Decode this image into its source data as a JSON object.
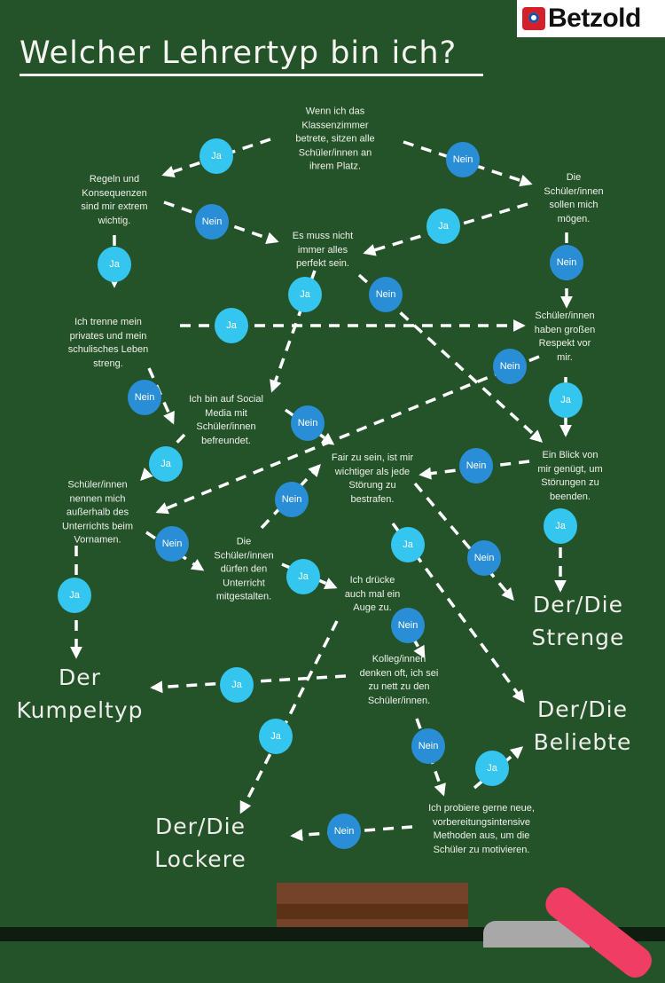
{
  "brand": {
    "name": "Betzold",
    "color": "#d3202a"
  },
  "title": "Welcher Lehrertyp bin ich?",
  "colors": {
    "background": "#245229",
    "ja": "#34c6ef",
    "nein": "#2a8ed6"
  },
  "questions": [
    "Wenn ich das\nKlassenzimmer\nbetrete, sitzen alle\nSchüler/innen an\nihrem Platz.",
    "Regeln und\nKonsequenzen\nsind mir extrem\nwichtig.",
    "Die\nSchüler/innen\nsollen mich\nmögen.",
    "Es muss nicht\nimmer alles\nperfekt sein.",
    "Ich trenne mein\nprivates und mein\nschulisches Leben\nstreng.",
    "Schüler/innen\nhaben großen\nRespekt vor\nmir.",
    "Ich bin auf Social\nMedia mit\nSchüler/innen\nbefreundet.",
    "Fair zu sein, ist mir\nwichtiger als jede\nStörung zu\nbestrafen.",
    "Ein Blick von\nmir genügt, um\nStörungen zu\nbeenden.",
    "Schüler/innen\nnennen mich\naußerhalb des\nUnterrichts beim\nVornamen.",
    "Die\nSchüler/innen\ndürfen den\nUnterricht\nmitgestalten.",
    "Ich drücke\nauch mal ein\nAuge zu.",
    "Kolleg/innen\ndenken oft, ich sei\nzu nett zu den\nSchüler/innen.",
    "Ich probiere gerne neue,\nvorbereitungsintensive\nMethoden aus, um die\nSchüler zu motivieren."
  ],
  "results": [
    "Der\nKumpeltyp",
    "Der/Die\nStrenge",
    "Der/Die\nBeliebte",
    "Der/Die\nLockere"
  ],
  "answers": {
    "ja": "Ja",
    "nein": "Nein"
  }
}
